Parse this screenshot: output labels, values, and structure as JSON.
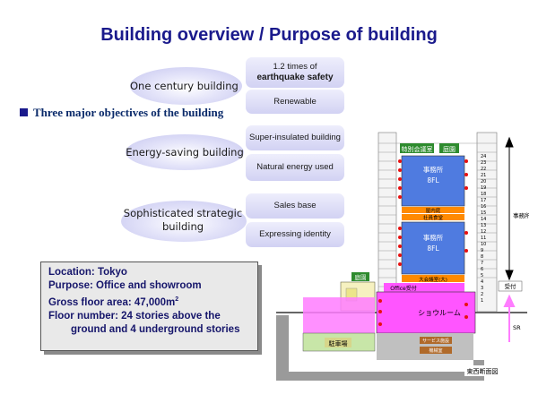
{
  "title": "Building overview / Purpose of building",
  "heading": "Three major objectives of the building",
  "objectives": [
    {
      "label": "One century building",
      "items": [
        {
          "line1": "1.2 times of",
          "line2": "earthquake safety"
        },
        {
          "line1": "Renewable"
        }
      ]
    },
    {
      "label": "Energy-saving building",
      "items": [
        {
          "line1": "Super-insulated building"
        },
        {
          "line1": "Natural energy used"
        }
      ]
    },
    {
      "label_line1": "Sophisticated strategic",
      "label_line2": "building",
      "items": [
        {
          "line1": "Sales base"
        },
        {
          "line1": "Expressing  identity"
        }
      ]
    }
  ],
  "info": {
    "location": "Location: Tokyo",
    "purpose": "Purpose: Office and showroom",
    "area_prefix": "Gross floor area: 47,000m",
    "area_sup": "2",
    "floors_line1": "Floor number: 24 stories above the",
    "floors_line2": "ground and 4 underground stories"
  },
  "diagram": {
    "labels": {
      "top_meeting": "特別会議室",
      "top_hall": "庭園",
      "office_upper_1": "事務所",
      "office_upper_2": "8FL",
      "office_lower_1": "事務所",
      "office_lower_2": "8FL",
      "band_1": "屋内庭",
      "band_2": "社員食堂",
      "band_3": "大会議室(大)",
      "reception": "Office受付",
      "garden": "庭園",
      "showroom": "ショウルーム",
      "parking": "駐車場",
      "service_1": "サービス施設",
      "service_2": "機械室",
      "right_office": "事務所",
      "uketsuke": "受付",
      "sr": "SR",
      "section": "東西断面図"
    },
    "floor_numbers": [
      "24",
      "23",
      "22",
      "21",
      "20",
      "19",
      "18",
      "17",
      "16",
      "15",
      "14",
      "13",
      "12",
      "11",
      "10",
      "9",
      "8",
      "7",
      "6",
      "5",
      "4",
      "3",
      "2",
      "1"
    ],
    "colors": {
      "office": "#4f7be0",
      "showroom": "#ff55ff",
      "band_orange": "#ff8a00",
      "red_dot": "#e81010",
      "parking": "#c8e6a8",
      "service": "#b06a2a"
    }
  }
}
